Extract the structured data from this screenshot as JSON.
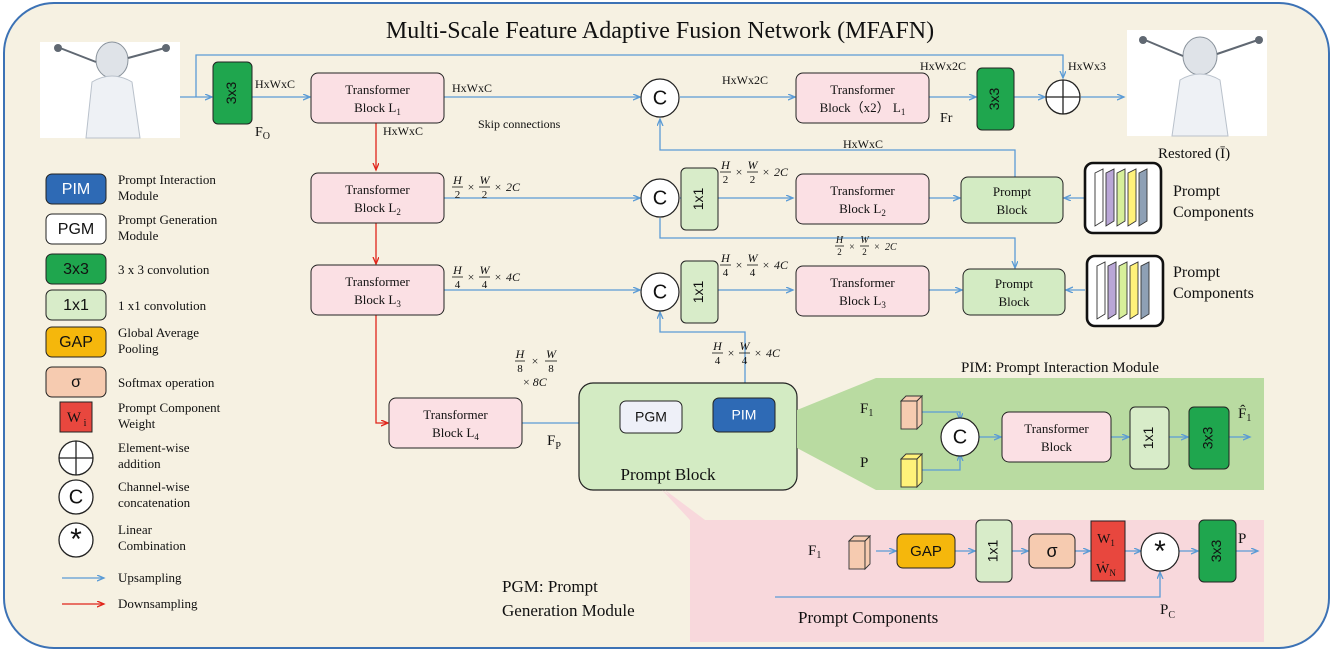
{
  "title": "Multi-Scale Feature Adaptive Fusion Network (MFAFN)",
  "colors": {
    "frame": "#3c72b5",
    "background": "#f6f1e2",
    "transformer": "#fbe0e4",
    "conv3": "#1fa64e",
    "conv1": "#d8ecc9",
    "pim": "#2e6ab5",
    "pgm": "#eef0f8",
    "gap": "#f5b70c",
    "softmax": "#f6cbb0",
    "weight": "#e8473e",
    "prompt_block": "#d3ebc3",
    "pim_panel": "#b9dba1",
    "pgm_panel": "#f8d8dc",
    "upsampling": "#5b9bd5",
    "downsampling": "#e0251b"
  },
  "labels": {
    "conv3": "3x3",
    "conv1": "1x1",
    "concat": "C",
    "plus": "+",
    "star": "*",
    "pim": "PIM",
    "pgm": "PGM",
    "gap": "GAP",
    "sigma": "σ",
    "transformer": "Transformer",
    "block": "Block",
    "block_x2": "Block（x2）",
    "L": "L",
    "prompt": "Prompt",
    "prompt_components": "Prompt Components",
    "prompt_block_label": "Prompt Block",
    "skip": "Skip connections",
    "restored": "Restored",
    "restored_sym": "(Ī)",
    "hwc": "HxWxC",
    "hw2c": "HxWx2C",
    "hw3": "HxWx3",
    "F_O": "F",
    "F_O_sub": "O",
    "Fr": "Fr",
    "F_P": "F",
    "F_P_sub": "P",
    "F1": "F",
    "F1_sub": "1",
    "P": "P",
    "Pc": "P",
    "Pc_sub": "C",
    "F1_hat": "F̂",
    "W1": "W",
    "WN": "Ẇ",
    "dim2_a": "H/2 × W/2 × 2C",
    "dim4": "H/4 × W/4 × 4C",
    "dim8_line1": "H/8 × W/8",
    "dim8_line2": "× 8C",
    "times": "×",
    "H": "H",
    "W": "W",
    "n2": "2",
    "n4": "4",
    "n8": "8",
    "c2": "2C",
    "c4": "4C",
    "c8": "8C",
    "pim_panel_title": "PIM: Prompt Interaction Module",
    "pgm_panel_title_1": "PGM: Prompt",
    "pgm_panel_title_2": "Generation Module",
    "sub1": "1",
    "sub2": "2",
    "sub3": "3",
    "sub4": "4",
    "subN": "N",
    "subI": "i"
  },
  "legend": [
    {
      "key": "pim",
      "symbol": "PIM",
      "text": [
        "Prompt Interaction",
        "Module"
      ]
    },
    {
      "key": "pgm",
      "symbol": "PGM",
      "text": [
        "Prompt Generation",
        "Module"
      ]
    },
    {
      "key": "conv3",
      "symbol": "3x3",
      "text": [
        "3 x 3 convolution"
      ]
    },
    {
      "key": "conv1",
      "symbol": "1x1",
      "text": [
        "1 x1 convolution"
      ]
    },
    {
      "key": "gap",
      "symbol": "GAP",
      "text": [
        "Global Average",
        "Pooling"
      ]
    },
    {
      "key": "softmax",
      "symbol": "σ",
      "text": [
        "Softmax operation"
      ]
    },
    {
      "key": "weight",
      "symbol": "W",
      "text": [
        "Prompt Component",
        "Weight"
      ]
    },
    {
      "key": "plus",
      "symbol": "+",
      "text": [
        "Element-wise",
        "addition"
      ]
    },
    {
      "key": "concat",
      "symbol": "C",
      "text": [
        "Channel-wise",
        "concatenation"
      ]
    },
    {
      "key": "star",
      "symbol": "*",
      "text": [
        "Linear",
        "Combination"
      ]
    },
    {
      "key": "up",
      "symbol": "",
      "text": [
        "Upsampling"
      ]
    },
    {
      "key": "down",
      "symbol": "",
      "text": [
        "Downsampling"
      ]
    }
  ],
  "prompt_component_colors": [
    "#ffffff",
    "#b9a6d6",
    "#d7ef9a",
    "#fff27a",
    "#8ea0b5"
  ]
}
